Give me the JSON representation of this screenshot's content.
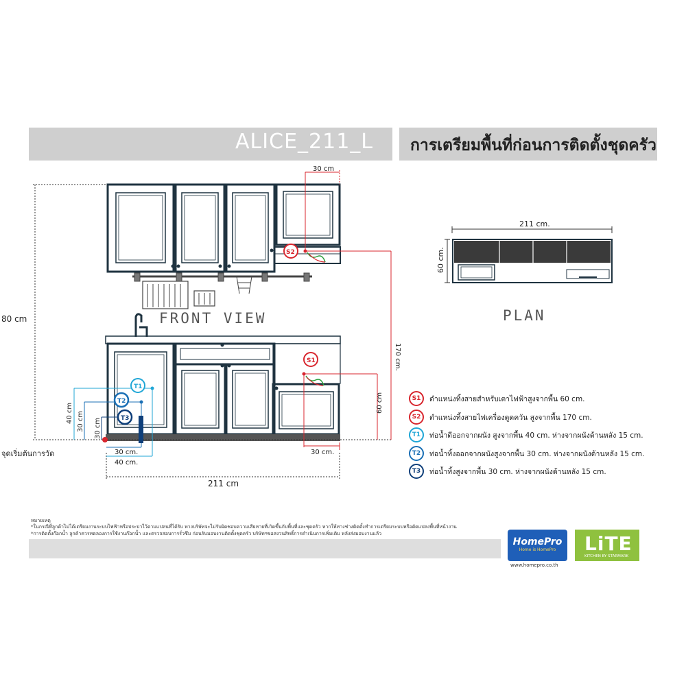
{
  "header": {
    "model": "ALICE_211_L",
    "title": "การเตรียมพื้นที่ก่อนการติดตั้งชุดครัว"
  },
  "front_view": {
    "label": "FRONT VIEW",
    "height_label": "80 cm",
    "width_label": "211 cm",
    "origin_label": "จุดเริ่มต้นการวัด",
    "dim_30cm_top": "30 cm",
    "dim_170cm": "170 cm.",
    "dim_60cm_right": "60 cm",
    "dim_30cm_bottom_right": "30 cm.",
    "dim_40cm_v": "40 cm",
    "dim_30cm_v1": "30 cm",
    "dim_30cm_v2": "30 cm",
    "dim_30cm_h": "30 cm.",
    "dim_40cm_h": "40 cm.",
    "markers": {
      "s1": "S1",
      "s2": "S2",
      "t1": "T1",
      "t2": "T2",
      "t3": "T3"
    }
  },
  "plan": {
    "label": "PLAN",
    "width_label": "211 cm.",
    "depth_label": "60 cm."
  },
  "legend": [
    {
      "code": "S1",
      "color": "#d8262e",
      "text": "ตำแหน่งทิ้งสายสำหรับเตาไฟฟ้าสูงจากพื้น 60 cm."
    },
    {
      "code": "S2",
      "color": "#d8262e",
      "text": "ตำแหน่งทิ้งสายไฟเครื่องดูดควัน สูงจากพื้น 170 cm."
    },
    {
      "code": "T1",
      "color": "#1fa6d6",
      "text": "ท่อน้ำดีออกจากผนัง สูงจากพื้น 40 cm. ห่างจากผนังด้านหลัง 15 cm."
    },
    {
      "code": "T2",
      "color": "#1a6fb5",
      "text": "ท่อน้ำทิ้งออกจากผนังสูงจากพื้น 30 cm. ห่างจากผนังด้านหลัง 15 cm."
    },
    {
      "code": "T3",
      "color": "#0f3f7a",
      "text": "ท่อน้ำทิ้งสูงจากพื้น 30 cm. ห่างจากผนังด้านหลัง 15 cm."
    }
  ],
  "notes": {
    "heading": "หมายเหตุ",
    "line1": "*ในกรณีที่ลูกค้าไม่ได้เตรียมงานระบบไฟฟ้าหรือประปาไว้ตามแปลนที่ได้รับ ทางบริษัทจะไม่รับผิดชอบความเสียหายที่เกิดขึ้นกับพื้นที่และชุดครัว หากให้ทางช่างติดตั้งทำการเตรียมระบบหรือดัดแปลงพื้นที่หน้างาน",
    "line2": "*การติดตั้งก๊อกน้ำ ลูกค้าควรทดลองการใช้งานก๊อกน้ำ และตรวจสอบการรั่วซึม ก่อนรับมอบงานติดตั้งชุดครัว บริษัทฯขอสงวนสิทธิ์การดำเนินการเพิ่มเติม หลังส่งมอบงานแล้ว"
  },
  "logos": {
    "homepro_name": "HomePro",
    "homepro_tagline": "Home is HomePro",
    "homepro_url": "www.homepro.co.th",
    "lite_name": "LiTE",
    "lite_tagline": "KITCHEN BY STARMARK"
  },
  "colors": {
    "header_bg": "#cfcfcf",
    "cabinet_line": "#1f3340",
    "red": "#d8262e",
    "cyan": "#1fa6d6",
    "blue": "#1a6fb5",
    "navy": "#0f3f7a"
  }
}
